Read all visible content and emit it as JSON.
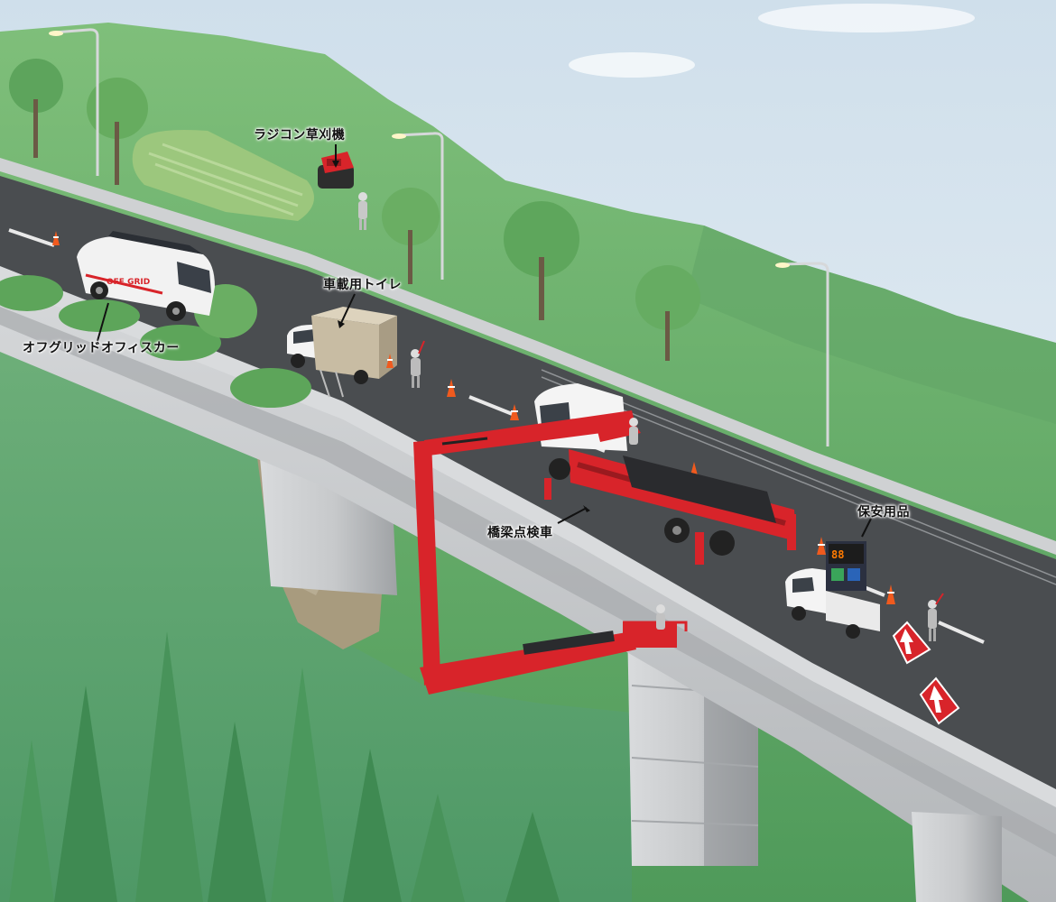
{
  "callouts": {
    "mower": "ラジコン草刈機",
    "toilet": "車載用トイレ",
    "office_car": "オフグリッドオフィスカー",
    "inspection_truck": "橋梁点検車",
    "safety_equipment": "保安用品"
  },
  "van_logo": "OFF GRID",
  "colors": {
    "sky": "#e2ecf3",
    "forest": "#5a9f62",
    "road": "#4a4d50",
    "concrete": "#c9cbcd",
    "crane_red": "#d8242a",
    "cone_orange": "#f05a1e"
  },
  "icons": [
    "arrow-up-sign-icon",
    "traffic-cone-icon",
    "street-lamp-icon"
  ]
}
